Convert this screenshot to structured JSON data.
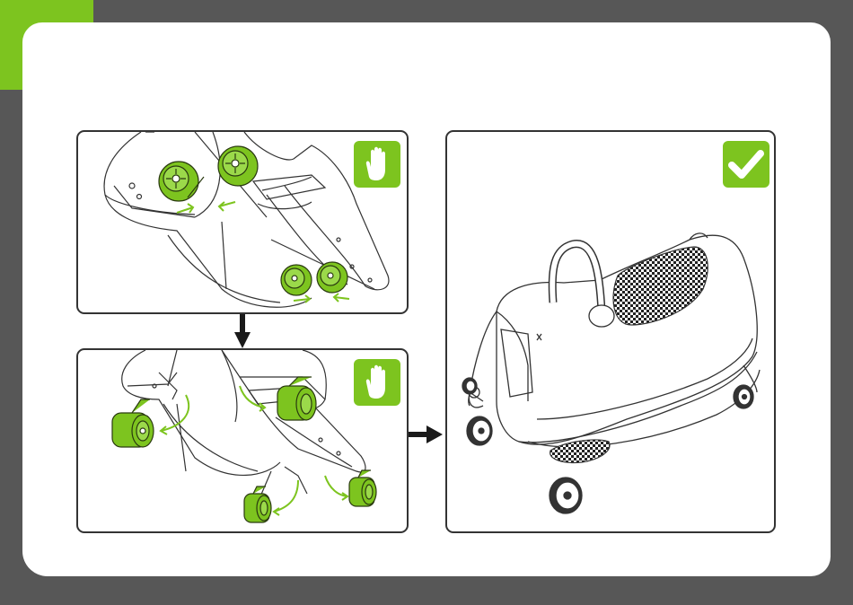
{
  "header": {
    "step_number": ""
  },
  "colors": {
    "accent": "#7dc41f",
    "frame": "#575757",
    "outline": "#333333",
    "background": "#ffffff"
  },
  "panels": [
    {
      "id": "remove-front-wheels",
      "badge_icon": "stop-hand-icon",
      "status": "incorrect"
    },
    {
      "id": "fold-wheels",
      "badge_icon": "stop-hand-icon",
      "status": "incorrect"
    },
    {
      "id": "assembled-ride-on-case",
      "badge_icon": "check-icon",
      "status": "correct"
    }
  ],
  "flow": [
    "down-arrow",
    "right-arrow"
  ]
}
